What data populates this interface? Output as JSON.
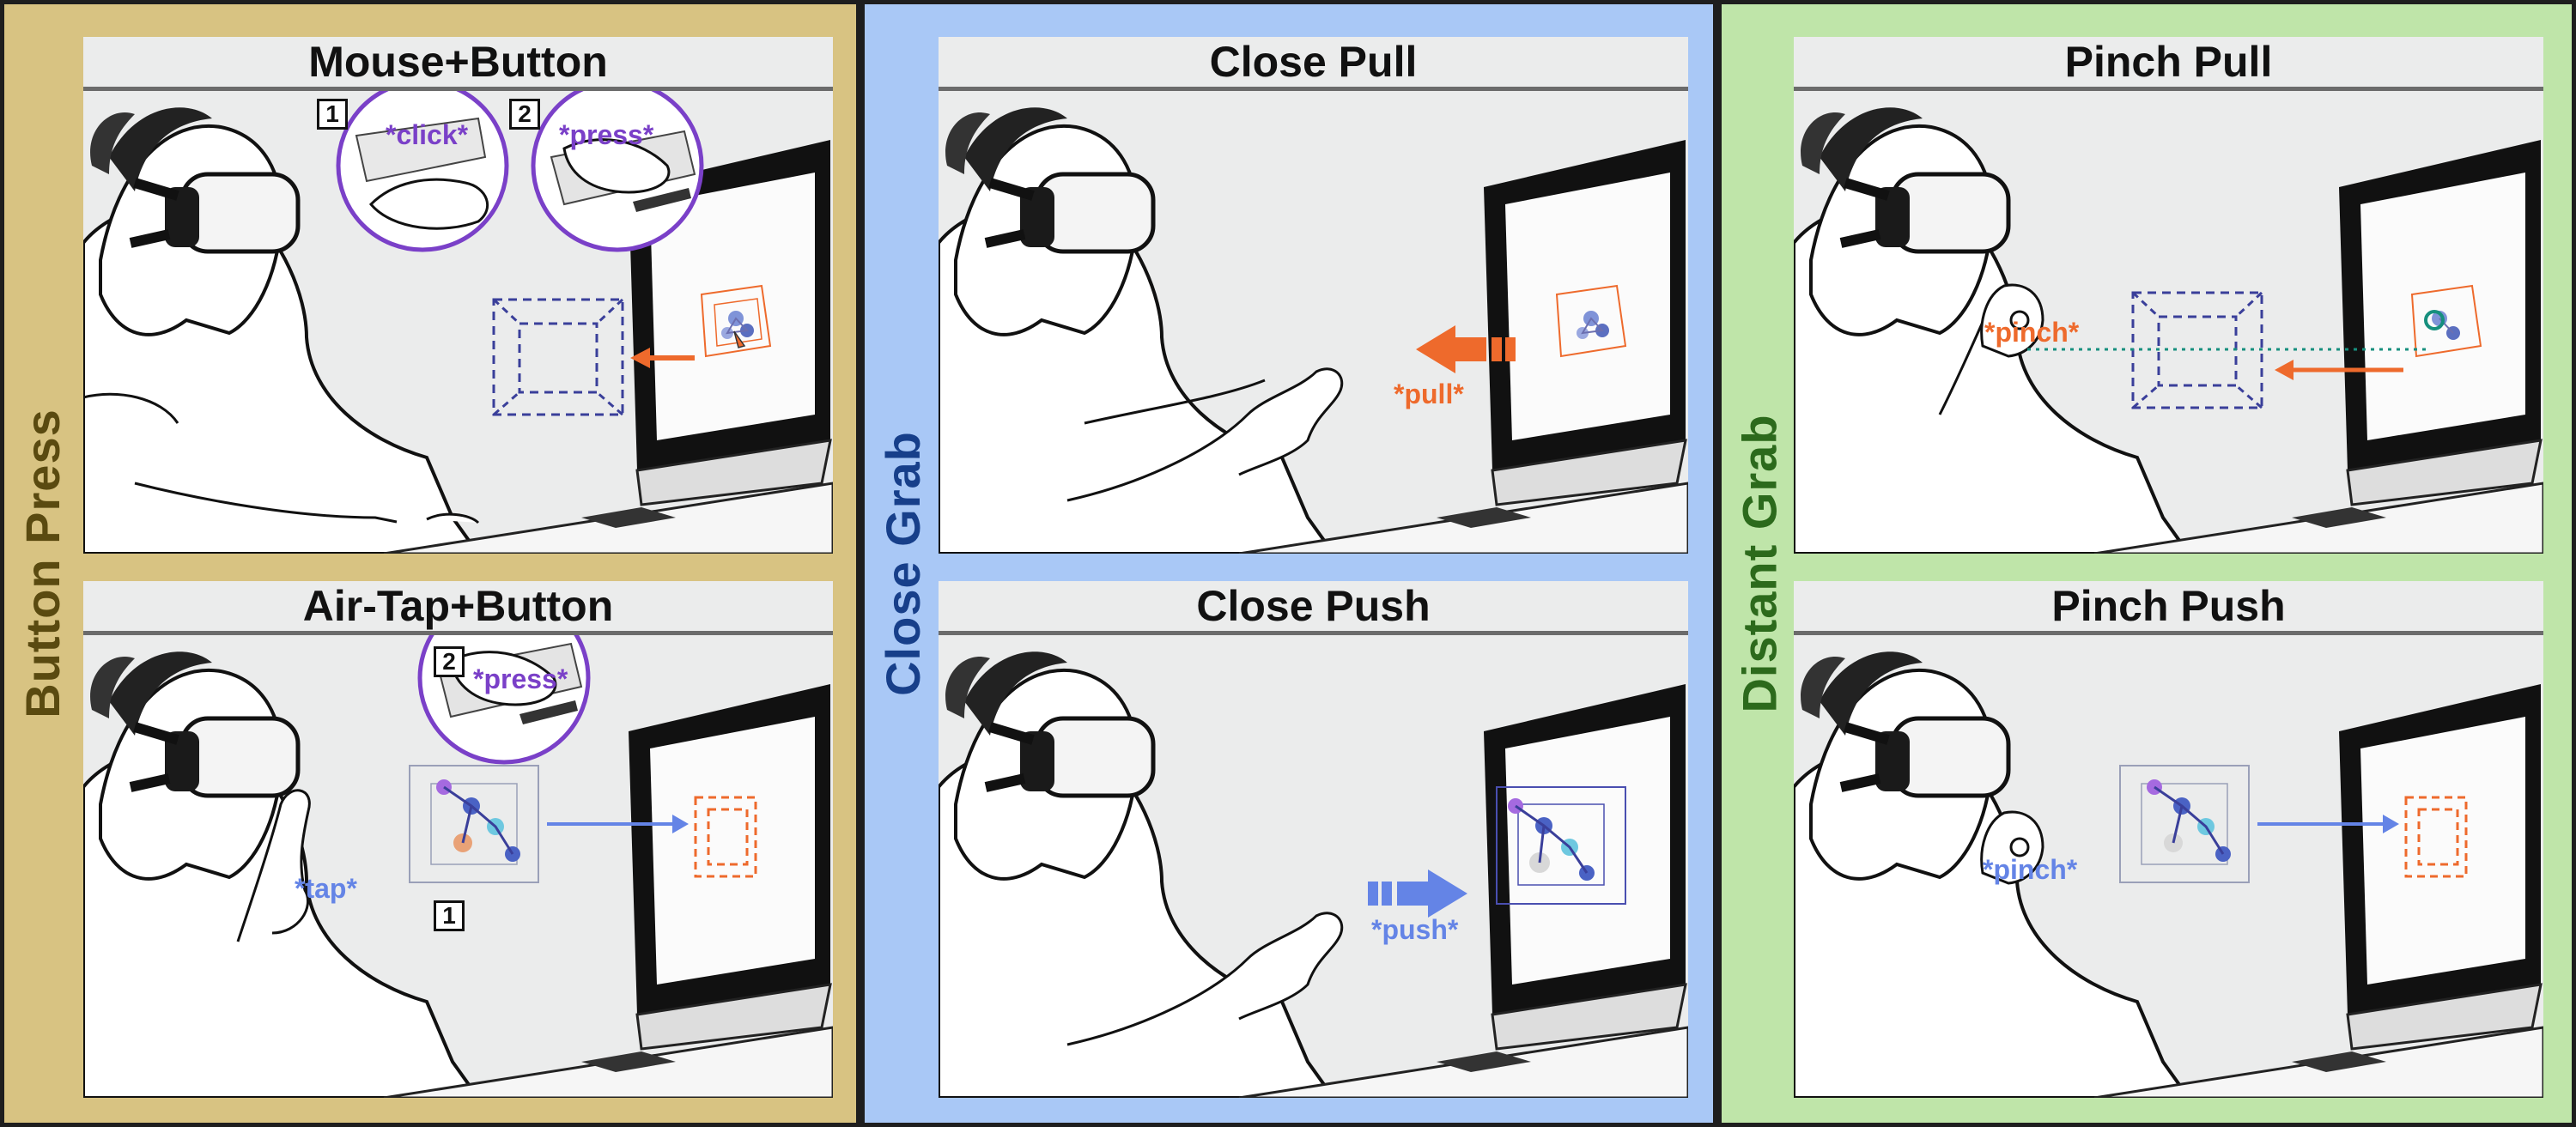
{
  "colors": {
    "button_press_bg": "#d8c382",
    "close_grab_bg": "#a9c8f6",
    "distant_grab_bg": "#bfe5a9",
    "button_press_text": "#5a4a10",
    "close_grab_text": "#173f8a",
    "distant_grab_text": "#2c6a1c",
    "orange": "#ee6a2c",
    "blue": "#6484e6",
    "purple": "#7a40c8",
    "navy_dash": "#3a3f9a"
  },
  "groups": [
    {
      "label": "Button Press",
      "panels": [
        {
          "title": "Mouse+Button",
          "callouts": [
            "*click*",
            "*press*"
          ],
          "steps": [
            "1",
            "2"
          ]
        },
        {
          "title": "Air-Tap+Button",
          "callouts": [
            "*press*",
            "*tap*"
          ],
          "steps": [
            "2",
            "1"
          ]
        }
      ]
    },
    {
      "label": "Close Grab",
      "panels": [
        {
          "title": "Close Pull",
          "callouts": [
            "*pull*"
          ]
        },
        {
          "title": "Close Push",
          "callouts": [
            "*push*"
          ]
        }
      ]
    },
    {
      "label": "Distant Grab",
      "panels": [
        {
          "title": "Pinch Pull",
          "callouts": [
            "*pinch*"
          ]
        },
        {
          "title": "Pinch Push",
          "callouts": [
            "*pinch*"
          ]
        }
      ]
    }
  ]
}
